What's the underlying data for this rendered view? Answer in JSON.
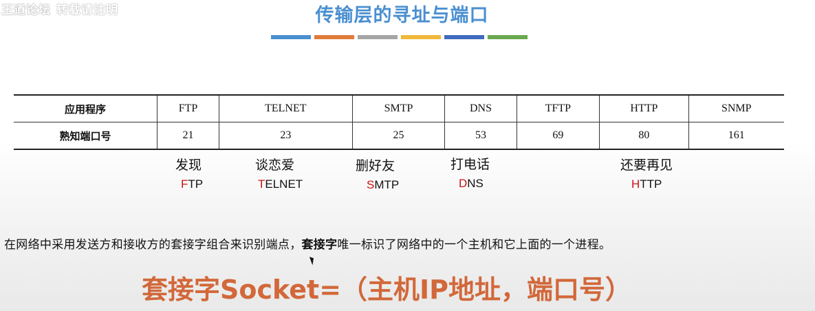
{
  "watermark": {
    "text1": "王道论坛",
    "text2": "转载请注明"
  },
  "title": "传输层的寻址与端口",
  "color_bar": [
    "#4a8fd0",
    "#e07b3a",
    "#a5a5a5",
    "#f0b83a",
    "#3f6bbf",
    "#6aa84f"
  ],
  "table": {
    "header_label": "应用程序",
    "port_label": "熟知端口号",
    "columns": [
      {
        "app": "FTP",
        "port": "21"
      },
      {
        "app": "TELNET",
        "port": "23"
      },
      {
        "app": "SMTP",
        "port": "25"
      },
      {
        "app": "DNS",
        "port": "53"
      },
      {
        "app": "TFTP",
        "port": "69"
      },
      {
        "app": "HTTP",
        "port": "80"
      },
      {
        "app": "SNMP",
        "port": "161"
      }
    ]
  },
  "mnemonics": [
    {
      "cn": "发现",
      "first": "F",
      "rest": "TP"
    },
    {
      "cn": "谈恋爱",
      "first": "T",
      "rest": "ELNET"
    },
    {
      "cn": "删好友",
      "first": "S",
      "rest": "MTP"
    },
    {
      "cn": "打电话",
      "first": "D",
      "rest": "NS"
    },
    {
      "cn": "还要再见",
      "first": "H",
      "rest": "TTP"
    }
  ],
  "description": {
    "before": "在网络中采用发送方和接收方的套接字组合来识别端点，",
    "bold": "套接字",
    "after": "唯一标识了网络中的一个主机和它上面的一个进程。"
  },
  "formula": "套接字Socket=（主机IP地址，端口号）"
}
